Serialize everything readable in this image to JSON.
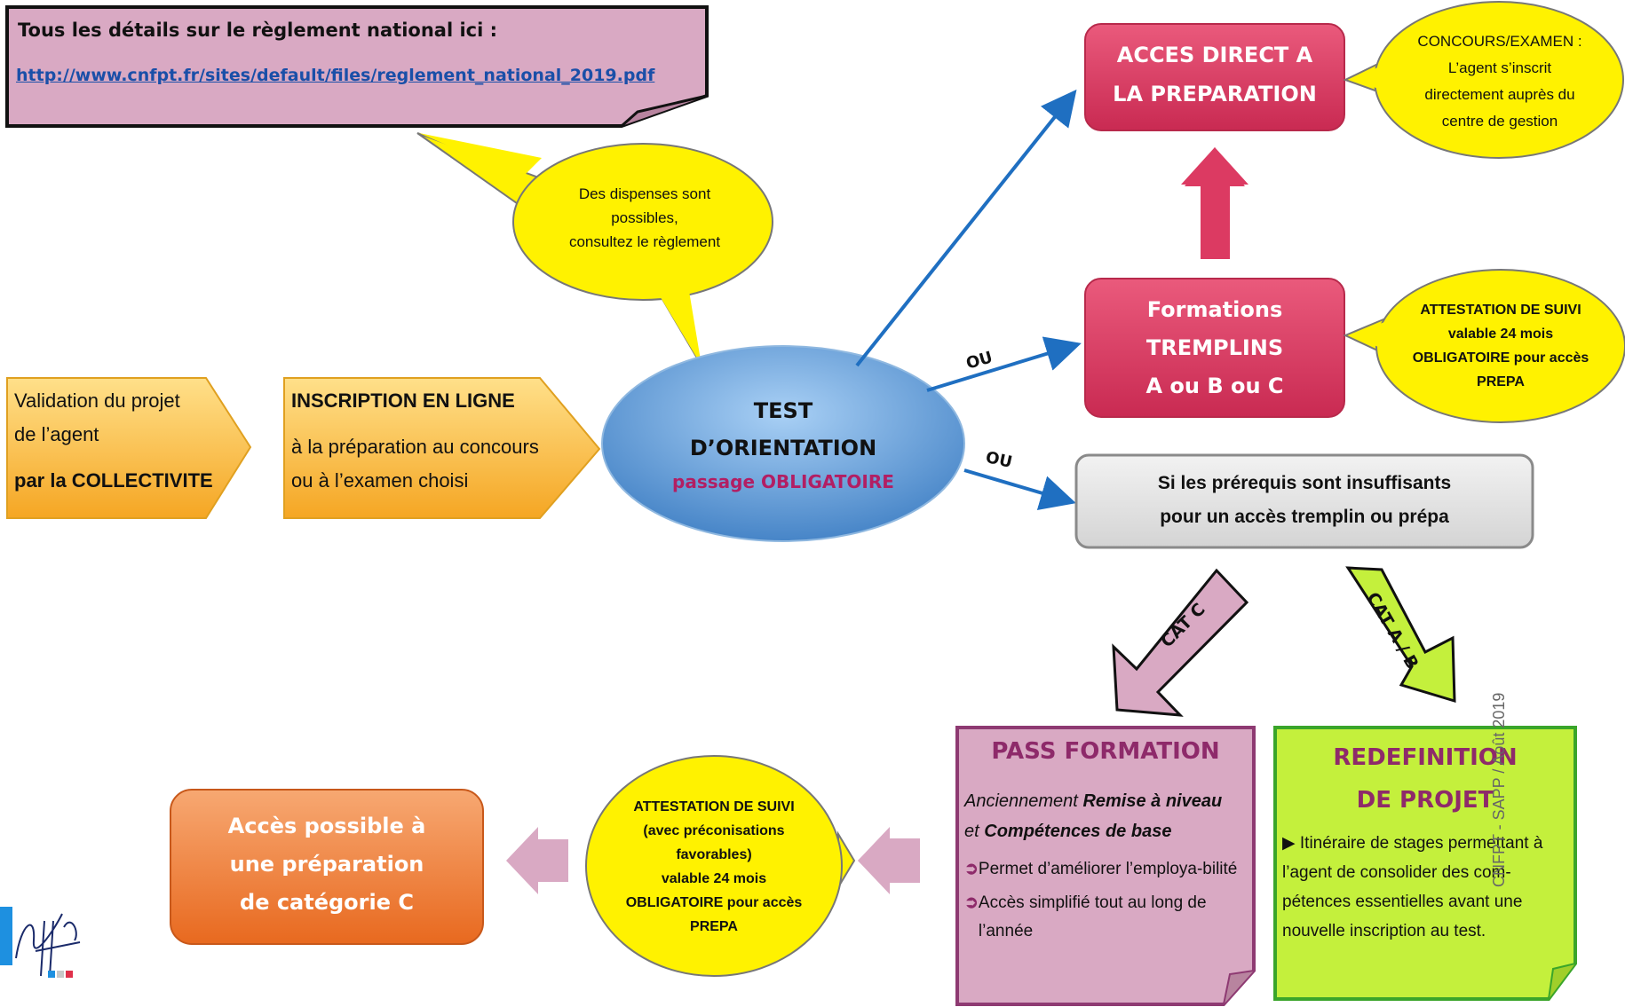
{
  "info_box": {
    "title": "Tous les détails sur le règlement national ici :",
    "link": "http://www.cnfpt.fr/sites/default/files/reglement_national_2019.pdf"
  },
  "bubble_dispenses": [
    "Des dispenses sont",
    "possibles,",
    "consultez le règlement"
  ],
  "validation": {
    "line1": "Validation du projet",
    "line2": "de l’agent",
    "line3": "par la COLLECTIVITE"
  },
  "inscription": {
    "title": "INSCRIPTION EN LIGNE",
    "line1": "à la préparation au concours",
    "line2": "ou à l’examen choisi"
  },
  "test": {
    "line1": "TEST",
    "line2": "D’ORIENTATION",
    "line3": "passage OBLIGATOIRE"
  },
  "ou_label": "OU",
  "acces_direct": {
    "line1": "ACCES DIRECT A",
    "line2": "LA PREPARATION"
  },
  "bubble_concours": [
    "CONCOURS/EXAMEN :",
    "L’agent s’inscrit",
    "directement auprès du",
    "centre de gestion"
  ],
  "formations": {
    "line1": "Formations",
    "line2": "TREMPLINS",
    "line3": "A ou B ou C"
  },
  "bubble_attestation_top": [
    "ATTESTATION DE SUIVI",
    "valable 24 mois",
    "OBLIGATOIRE pour accès",
    "PREPA"
  ],
  "prerequis": {
    "line1": "Si les prérequis sont insuffisants",
    "line2": "pour un accès tremplin ou prépa"
  },
  "arrow_cat_c": "CAT C",
  "arrow_cat_ab": "CAT A / B",
  "pass_formation": {
    "title": "PASS FORMATION",
    "sub1_italic": "Anciennement",
    "sub1_bold": "Remise à niveau",
    "sub2_italic": "et",
    "sub2_bold": "Compétences de base",
    "bullet1": "Permet d’améliorer l’employa-bilité",
    "bullet2": "Accès simplifié tout au long de l’année"
  },
  "redefinition": {
    "title1": "REDEFINITION",
    "title2": "DE PROJET",
    "body": "Itinéraire de stages permettant à l’agent de consolider des com-pétences essentielles avant une nouvelle inscription au test."
  },
  "bubble_attestation_bottom": [
    "ATTESTATION DE SUIVI",
    "(avec préconisations",
    "favorables)",
    "valable 24 mois",
    "OBLIGATOIRE pour accès",
    "PREPA"
  ],
  "acces_possible": {
    "line1": "Accès possible à",
    "line2": "une préparation",
    "line3": "de catégorie C"
  },
  "credit": "CNFPT - SAPP / Août 2019",
  "colors": {
    "red_box": "#dc3a62",
    "yellow": "#fff200",
    "orange": "#ef7d32",
    "pink_box": "#d9a9c3",
    "green_box": "#c4f03c",
    "blue_ellipse": "#5b9bd5",
    "arrow_blue": "#1f6fc1"
  }
}
